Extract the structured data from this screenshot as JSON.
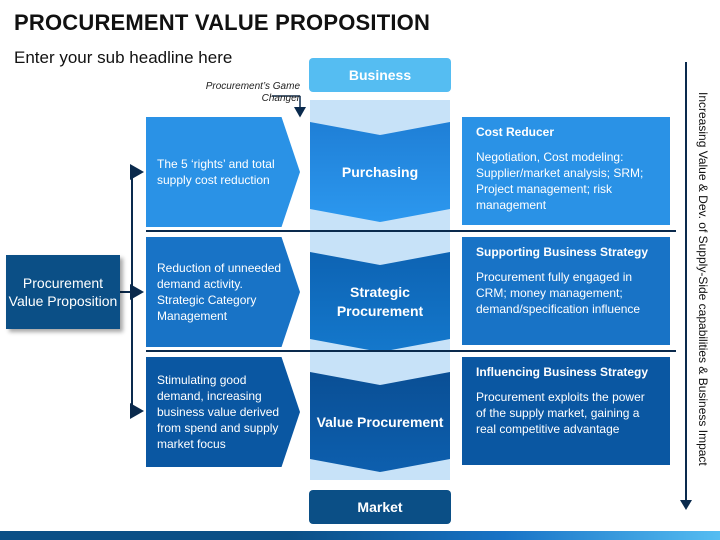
{
  "header": {
    "title": "PROCUREMENT VALUE PROPOSITION",
    "subtitle": "Enter your sub headline here"
  },
  "root": {
    "label": "Procurement Value Proposition"
  },
  "note": "Procurement’s Game Changer",
  "column": {
    "top": "Business",
    "bottom": "Market",
    "bands": [
      "Purchasing",
      "Strategic Procurement",
      "Value Procurement"
    ]
  },
  "left_items": [
    "The 5 ‘rights’ and total supply cost reduction",
    "Reduction of unneeded demand activity. Strategic Category Management",
    "Stimulating good demand, increasing business value derived from spend and supply market focus"
  ],
  "right_items": [
    {
      "title": "Cost Reducer",
      "body": "Negotiation, Cost modeling: Supplier/market analysis; SRM; Project management; risk management"
    },
    {
      "title": "Supporting Business Strategy",
      "body": "Procurement fully engaged in CRM; money management; demand/specification influence"
    },
    {
      "title": "Influencing Business Strategy",
      "body": "Procurement exploits the power of the supply market, gaining a real competitive advantage"
    }
  ],
  "side_label": "Increasing Value & Dev. of Supply-Side capabilities & Business Impact",
  "colors": {
    "dark": "#0b4f86",
    "mid": "#1873c6",
    "light": "#2a92e6",
    "pale": "#c7e2f8"
  }
}
